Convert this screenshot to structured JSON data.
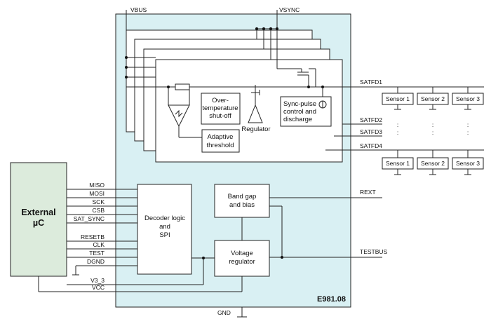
{
  "chip": {
    "name": "E981.08",
    "fill": "#d9f0f3"
  },
  "external_uc": {
    "line1": "External",
    "line2": "µC",
    "fill": "#dcebdc"
  },
  "blocks": {
    "overtemp": [
      "Over-",
      "temperature",
      "shut-off"
    ],
    "regulator": "Regulator",
    "sync_pulse": [
      "Sync-pulse",
      "control and",
      "discharge"
    ],
    "adaptive": [
      "Adaptive",
      "threshold"
    ],
    "decoder": [
      "Decoder logic",
      "and",
      "SPI"
    ],
    "bandgap": [
      "Band gap",
      "and bias"
    ],
    "voltage_reg": [
      "Voltage",
      "regulator"
    ]
  },
  "pins": {
    "top": [
      "VBUS",
      "VSYNC"
    ],
    "left": [
      "MISO",
      "MOSI",
      "SCK",
      "CSB",
      "SAT_SYNC",
      "RESETB",
      "CLK",
      "TEST",
      "DGND",
      "V3_3",
      "VCC"
    ],
    "right": [
      "SATFD1",
      "SATFD2",
      "SATFD3",
      "SATFD4",
      "REXT",
      "TESTBUS"
    ],
    "bottom": "GND"
  },
  "sensors": [
    "Sensor 1",
    "Sensor 2",
    "Sensor 3"
  ],
  "continuation": ":"
}
